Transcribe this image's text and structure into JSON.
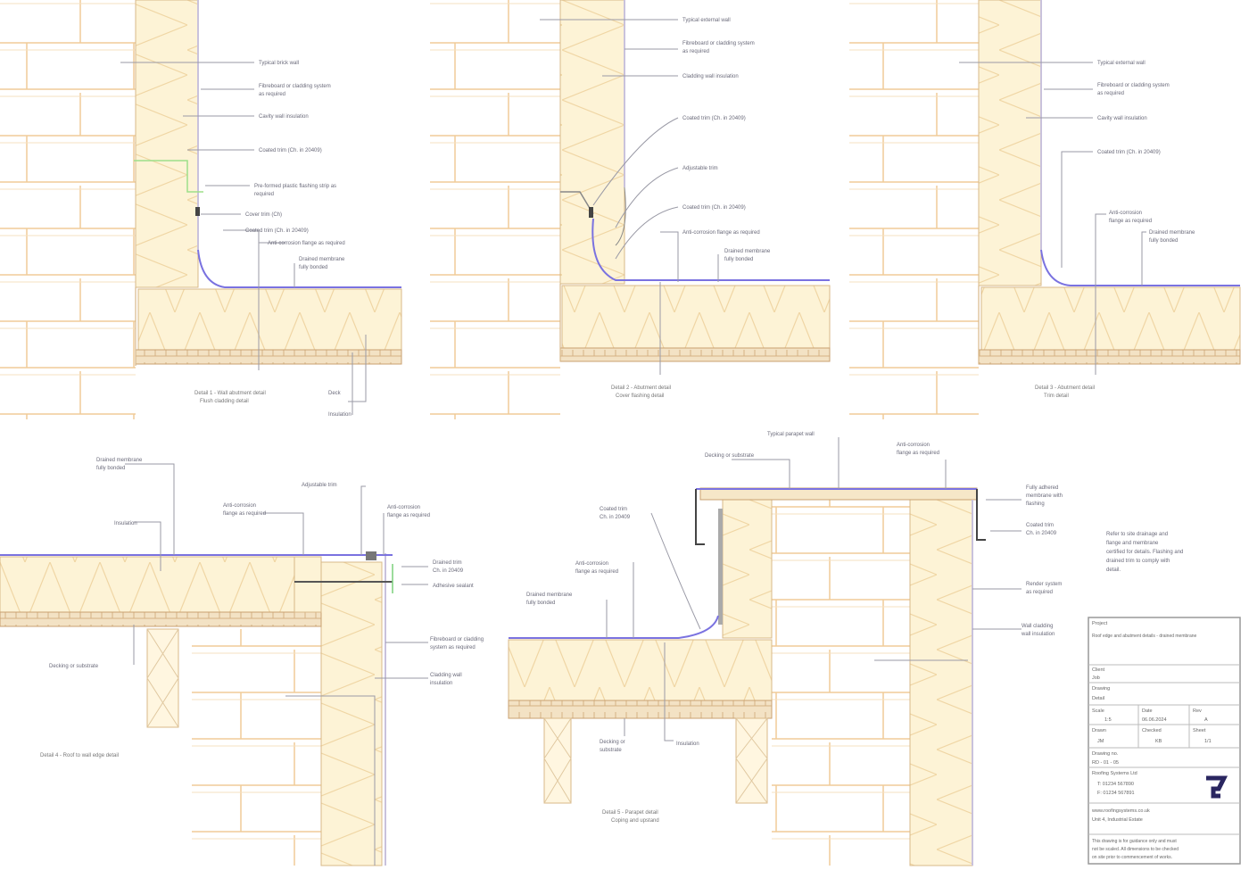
{
  "details": [
    {
      "caption": [
        "Detail 1 - Wall abutment detail",
        "Flush cladding detail"
      ],
      "labels": [
        "Typical brick wall",
        "Fibreboard or cladding system",
        "as required",
        "Cavity wall insulation",
        "Coated trim (Ch. in 20409)",
        "Pre-formed plastic flashing strip as",
        "required",
        "Cover trim (Ch)",
        "Coated trim (Ch. in 20409)",
        "Anti-corrosion flange as required",
        "Drained membrane",
        "fully bonded",
        "Deck",
        "Insulation"
      ]
    },
    {
      "caption": [
        "Detail 2 - Abutment detail",
        "Cover flashing detail"
      ],
      "labels": [
        "Typical external wall",
        "Fibreboard or cladding system",
        "as required",
        "Cladding wall insulation",
        "Coated trim (Ch. in 20409)",
        "Adjustable trim",
        "Coated trim (Ch. in 20409)",
        "Anti-corrosion flange as required",
        "Drained membrane",
        "fully bonded"
      ]
    },
    {
      "caption": [
        "Detail 3 - Abutment detail",
        "Trim detail"
      ],
      "labels": [
        "Typical external wall",
        "Fibreboard or cladding system",
        "as required",
        "Cavity wall insulation",
        "Coated trim (Ch. in 20409)",
        "Anti-corrosion",
        "flange as required",
        "Drained membrane",
        "fully bonded"
      ]
    },
    {
      "caption": [
        "Detail 4 - Roof to wall edge detail"
      ],
      "labels": [
        "Drained membrane",
        "fully bonded",
        "Insulation",
        "Anti-corrosion",
        "flange as required",
        "Adjustable trim",
        "Anti-corrosion",
        "flange as required",
        "Drained trim",
        "Ch. in 20409",
        "Adhesive sealant",
        "Fibreboard or cladding",
        "system as required",
        "Cladding wall",
        "insulation",
        "Decking or substrate"
      ]
    },
    {
      "caption": [
        "Detail 5 - Parapet detail",
        "Coping and upstand"
      ],
      "labels": [
        "Typical parapet wall",
        "Decking or substrate",
        "Anti-corrosion",
        "flange as required",
        "Coated trim",
        "Ch. in 20409",
        "Anti-corrosion",
        "flange as required",
        "Drained membrane",
        "fully bonded",
        "Fully adhered",
        "membrane with",
        "flashing",
        "Coated trim",
        "Ch. in 20409",
        "Render system",
        "as required",
        "Wall cladding",
        "wall insulation",
        "Decking or",
        "substrate",
        "Insulation"
      ]
    }
  ],
  "note": [
    "Refer to site drainage and",
    "flange and membrane",
    "certified for details. Flashing and",
    "drained trim to comply with",
    "detail."
  ],
  "title_block": {
    "project_label": "Project",
    "title": "Roof edge and abutment details - drained membrane",
    "rows": [
      "Client",
      "Job",
      "Drawing",
      "Detail"
    ],
    "cells": [
      [
        "Scale",
        "1:5"
      ],
      [
        "Date",
        "06.06.2024"
      ],
      [
        "Rev",
        "A"
      ],
      [
        "Drawn",
        "JM"
      ],
      [
        "Checked",
        "KB"
      ],
      [
        "Sheet",
        "1/1"
      ]
    ],
    "dwg_label": "Drawing no.",
    "dwg_no": "RD - 01 - 05",
    "company": "Roofing Systems Ltd",
    "contact": [
      "T: 01234 567890",
      "F: 01234 567891"
    ],
    "address": [
      "www.roofingsystems.co.uk",
      "Unit 4, Industrial Estate"
    ],
    "disclaimer": [
      "This drawing is for guidance only and must",
      "not be scaled. All dimensions to be checked",
      "on site prior to commencement of works."
    ]
  },
  "colors": {
    "brick_line": "#f0cc98",
    "insulation": "#fdf3d6",
    "membrane": "#7a72e0",
    "leader": "#9a9aa6"
  }
}
